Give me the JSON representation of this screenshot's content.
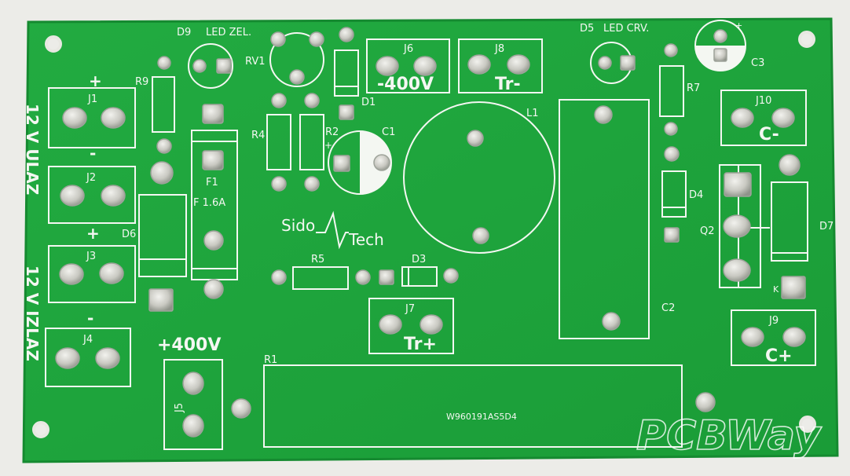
{
  "board": {
    "labels": {
      "d9": "D9",
      "led_zel": "LED ZEL.",
      "rv1": "RV1",
      "j6": "J6",
      "minus400v": "-400V",
      "j8": "J8",
      "tr_minus": "Tr-",
      "d5": "D5",
      "led_crv": "LED CRV.",
      "c3": "C3",
      "r9": "R9",
      "plus_top": "+",
      "j1": "J1",
      "r4": "R4",
      "r2": "R2",
      "c1": "C1",
      "d1": "D1",
      "l1": "L1",
      "r7": "R7",
      "j10": "J10",
      "c_minus": "C-",
      "minus_mid": "-",
      "j2": "J2",
      "f1": "F1",
      "f16a": "F 1.6A",
      "d4": "D4",
      "plus_mid": "+",
      "j3": "J3",
      "d6": "D6",
      "q2": "Q2",
      "d7": "D7",
      "r5": "R5",
      "d3": "D3",
      "c2": "C2",
      "j7": "J7",
      "tr_plus": "Tr+",
      "j9": "J9",
      "c_plus": "C+",
      "minus_low": "-",
      "j4": "J4",
      "plus400v": "+400V",
      "j5": "J5",
      "r1": "R1",
      "r1_marking": "W960191AS5D4",
      "ulaz": "12 V ULAZ",
      "izlaz": "12 V IZLAZ",
      "k": "K",
      "plus_c1": "+",
      "plus_c3": "+"
    },
    "logo_text": {
      "left": "Sido",
      "right": "Tech"
    },
    "watermark": "PCBWay",
    "colors": {
      "pcb": "#1ea63d",
      "silk": "#f4f7f2",
      "pad": "#d6d6cf",
      "background": "#ecece8"
    }
  }
}
